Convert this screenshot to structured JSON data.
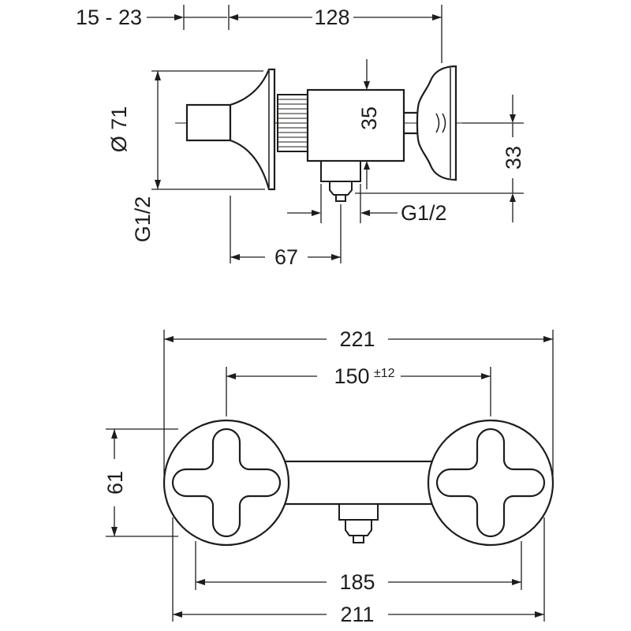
{
  "colors": {
    "line": "#1d1d1b",
    "background": "#ffffff"
  },
  "side_view": {
    "depth_range": "15 - 23",
    "width": "128",
    "escutcheon_diameter": "Ø 71",
    "body_height": "35",
    "outlet_drop": "33",
    "inlet_thread": "G1/2",
    "outlet_thread": "G1/2",
    "outlet_offset": "67"
  },
  "front_view": {
    "overall_width": "221",
    "connection_centers": "150",
    "connection_tolerance": "±12",
    "handle_diameter": "61",
    "inner_width": "185",
    "handle_outer_width": "211"
  }
}
